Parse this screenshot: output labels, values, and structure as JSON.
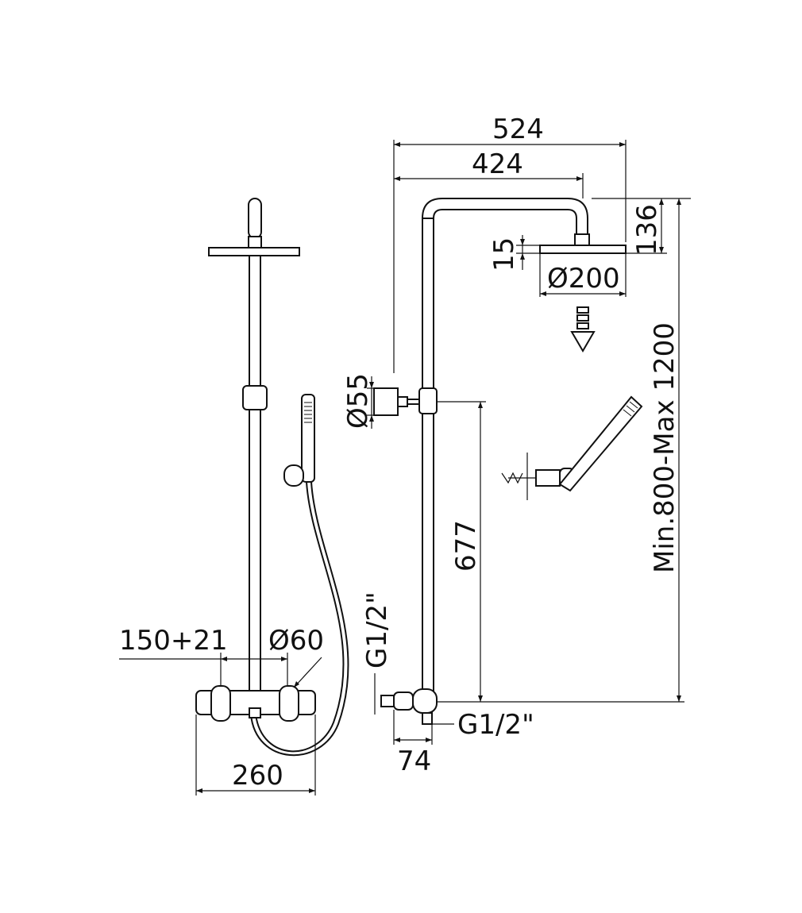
{
  "dimensions": {
    "width_total": "524",
    "width_arm": "424",
    "head_height": "136",
    "head_thickness": "15",
    "head_diameter": "Ø200",
    "support_diameter": "Ø55",
    "bracket_height": "677",
    "height_range": "Min.800-Max 1200",
    "inlet_vertical": "G1/2\"",
    "inlet_horizontal": "G1/2\"",
    "inlet_depth": "74",
    "centers": "150+21",
    "knob_diameter": "Ø60",
    "mixer_width": "260"
  },
  "colors": {
    "line": "#111111",
    "background": "#ffffff"
  }
}
